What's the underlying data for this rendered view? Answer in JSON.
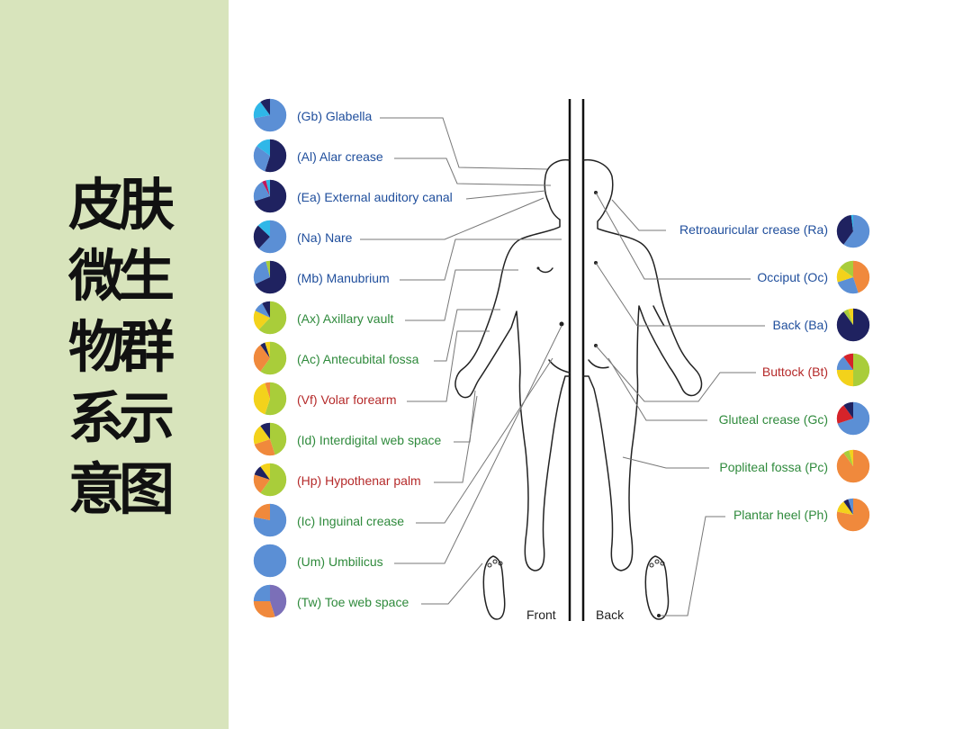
{
  "title": {
    "col1": [
      "皮",
      "微",
      "物",
      "系",
      "意"
    ],
    "col2": [
      "肤",
      "生",
      "群",
      "示",
      "图"
    ]
  },
  "views": {
    "front": "Front",
    "back": "Back"
  },
  "colors": {
    "sidebar": "#d8e4bc",
    "navy": "#1f2260",
    "light_blue": "#5b8fd5",
    "cyan": "#2fb7e8",
    "yellow_green": "#a9cd3a",
    "orange": "#f0893c",
    "yellow": "#f3d21b",
    "red": "#d5232a",
    "purple": "#7b6fb8",
    "label_blue": "#1f4e9c",
    "label_green": "#2f8a3c",
    "label_red": "#b52a2a"
  },
  "sites_left": [
    {
      "label": "(Gb) Glabella",
      "color": "#1f4e9c",
      "pie": [
        [
          "#5b8fd5",
          0.72
        ],
        [
          "#2fb7e8",
          0.18
        ],
        [
          "#1f2260",
          0.1
        ]
      ]
    },
    {
      "label": "(Al) Alar crease",
      "color": "#1f4e9c",
      "pie": [
        [
          "#1f2260",
          0.55
        ],
        [
          "#5b8fd5",
          0.3
        ],
        [
          "#2fb7e8",
          0.15
        ]
      ]
    },
    {
      "label": "(Ea) External auditory canal",
      "color": "#1f4e9c",
      "pie": [
        [
          "#1f2260",
          0.7
        ],
        [
          "#5b8fd5",
          0.22
        ],
        [
          "#c2185b",
          0.04
        ],
        [
          "#2fb7e8",
          0.04
        ]
      ]
    },
    {
      "label": "(Na) Nare",
      "color": "#1f4e9c",
      "pie": [
        [
          "#5b8fd5",
          0.62
        ],
        [
          "#1f2260",
          0.25
        ],
        [
          "#2fb7e8",
          0.13
        ]
      ]
    },
    {
      "label": "(Mb) Manubrium",
      "color": "#1f4e9c",
      "pie": [
        [
          "#1f2260",
          0.68
        ],
        [
          "#5b8fd5",
          0.28
        ],
        [
          "#a9cd3a",
          0.04
        ]
      ]
    },
    {
      "label": "(Ax) Axillary vault",
      "color": "#2f8a3c",
      "pie": [
        [
          "#a9cd3a",
          0.62
        ],
        [
          "#f3d21b",
          0.2
        ],
        [
          "#5b8fd5",
          0.1
        ],
        [
          "#1f2260",
          0.08
        ]
      ]
    },
    {
      "label": "(Ac) Antecubital fossa",
      "color": "#2f8a3c",
      "pie": [
        [
          "#a9cd3a",
          0.6
        ],
        [
          "#f0893c",
          0.3
        ],
        [
          "#1f2260",
          0.05
        ],
        [
          "#f3d21b",
          0.05
        ]
      ]
    },
    {
      "label": "(Vf) Volar forearm",
      "color": "#b52a2a",
      "pie": [
        [
          "#a9cd3a",
          0.55
        ],
        [
          "#f3d21b",
          0.4
        ],
        [
          "#f0893c",
          0.05
        ]
      ]
    },
    {
      "label": "(Id) Interdigital web space",
      "color": "#2f8a3c",
      "pie": [
        [
          "#a9cd3a",
          0.45
        ],
        [
          "#f0893c",
          0.25
        ],
        [
          "#f3d21b",
          0.2
        ],
        [
          "#1f2260",
          0.1
        ]
      ]
    },
    {
      "label": "(Hp) Hypothenar palm",
      "color": "#b52a2a",
      "pie": [
        [
          "#a9cd3a",
          0.6
        ],
        [
          "#f0893c",
          0.2
        ],
        [
          "#1f2260",
          0.1
        ],
        [
          "#f3d21b",
          0.1
        ]
      ]
    },
    {
      "label": "(Ic) Inguinal crease",
      "color": "#2f8a3c",
      "pie": [
        [
          "#5b8fd5",
          0.78
        ],
        [
          "#f0893c",
          0.22
        ]
      ]
    },
    {
      "label": "(Um) Umbilicus",
      "color": "#2f8a3c",
      "pie": [
        [
          "#5b8fd5",
          1.0
        ]
      ]
    },
    {
      "label": "(Tw) Toe web space",
      "color": "#2f8a3c",
      "pie": [
        [
          "#7b6fb8",
          0.45
        ],
        [
          "#f0893c",
          0.3
        ],
        [
          "#5b8fd5",
          0.25
        ]
      ]
    }
  ],
  "sites_right": [
    {
      "label": "Retroauricular crease (Ra)",
      "color": "#1f4e9c",
      "pie": [
        [
          "#5b8fd5",
          0.6
        ],
        [
          "#1f2260",
          0.38
        ],
        [
          "#2fb7e8",
          0.02
        ]
      ]
    },
    {
      "label": "Occiput (Oc)",
      "color": "#1f4e9c",
      "pie": [
        [
          "#f0893c",
          0.45
        ],
        [
          "#5b8fd5",
          0.25
        ],
        [
          "#f3d21b",
          0.15
        ],
        [
          "#a9cd3a",
          0.15
        ]
      ]
    },
    {
      "label": "Back (Ba)",
      "color": "#1f4e9c",
      "pie": [
        [
          "#1f2260",
          0.9
        ],
        [
          "#a9cd3a",
          0.05
        ],
        [
          "#f3d21b",
          0.05
        ]
      ]
    },
    {
      "label": "Buttock (Bt)",
      "color": "#b52a2a",
      "pie": [
        [
          "#a9cd3a",
          0.5
        ],
        [
          "#f3d21b",
          0.25
        ],
        [
          "#5b8fd5",
          0.15
        ],
        [
          "#d5232a",
          0.1
        ]
      ]
    },
    {
      "label": "Gluteal crease (Gc)",
      "color": "#2f8a3c",
      "pie": [
        [
          "#5b8fd5",
          0.7
        ],
        [
          "#d5232a",
          0.2
        ],
        [
          "#1f2260",
          0.1
        ]
      ]
    },
    {
      "label": "Popliteal fossa (Pc)",
      "color": "#2f8a3c",
      "pie": [
        [
          "#f0893c",
          0.9
        ],
        [
          "#a9cd3a",
          0.06
        ],
        [
          "#f3d21b",
          0.04
        ]
      ]
    },
    {
      "label": "Plantar heel (Ph)",
      "color": "#2f8a3c",
      "pie": [
        [
          "#f0893c",
          0.78
        ],
        [
          "#f3d21b",
          0.12
        ],
        [
          "#1f2260",
          0.05
        ],
        [
          "#5b8fd5",
          0.05
        ]
      ]
    }
  ]
}
